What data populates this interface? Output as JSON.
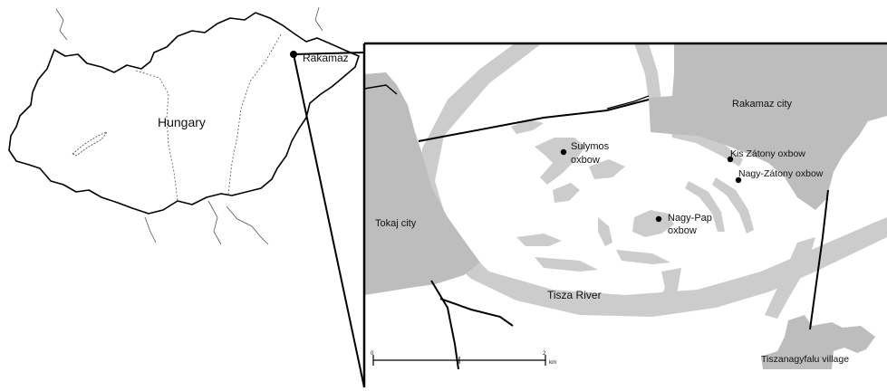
{
  "overview": {
    "country_label": "Hungary",
    "town_label": "Rakamaz"
  },
  "inset": {
    "labels": {
      "rakamaz_city": "Rakamaz city",
      "tokaj_city": "Tokaj city",
      "tisza_river": "Tisza River",
      "tiszanagyfalu": "Tiszanagyfalu village",
      "sulymos_line1": "Sulymos",
      "sulymos_line2": "oxbow",
      "kis_zatony": "Kis Zátony oxbow",
      "nagy_zatony": "Nagy-Zátony oxbow",
      "nagy_pap_line1": "Nagy-Pap",
      "nagy_pap_line2": "oxbow"
    },
    "scale_bar": {
      "start": "0",
      "end": "2",
      "unit": "km"
    }
  },
  "colors": {
    "settlement_fill": "#bdbdbd",
    "water_fill": "#cccccc",
    "border": "#000000"
  }
}
